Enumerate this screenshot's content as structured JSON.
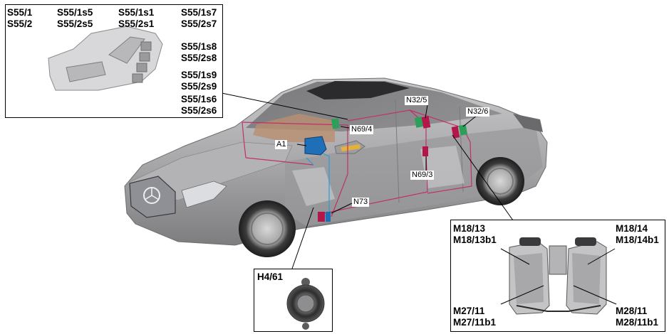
{
  "seat_switch_box": {
    "labels": {
      "s55_1": "S55/1",
      "s55_2": "S55/2",
      "s55_1s5": "S55/1s5",
      "s55_2s5": "S55/2s5",
      "s55_1s1": "S55/1s1",
      "s55_2s1": "S55/2s1",
      "s55_1s7": "S55/1s7",
      "s55_2s7": "S55/2s7",
      "s55_1s8": "S55/1s8",
      "s55_2s8": "S55/2s8",
      "s55_1s9": "S55/1s9",
      "s55_2s9": "S55/2s9",
      "s55_1s6": "S55/1s6",
      "s55_2s6": "S55/2s6"
    }
  },
  "car_callouts": {
    "n32_5": "N32/5",
    "n32_6": "N32/6",
    "n69_4": "N69/4",
    "a1": "A1",
    "n69_3": "N69/3",
    "n73": "N73"
  },
  "speaker_box": {
    "label": "H4/61"
  },
  "rear_seat_box": {
    "labels": {
      "m18_13": "M18/13",
      "m18_13b1": "M18/13b1",
      "m18_14": "M18/14",
      "m18_14b1": "M18/14b1",
      "m27_11": "M27/11",
      "m27_11b1": "M27/11b1",
      "m28_11": "M28/11",
      "m28_11b1": "M28/11b1"
    }
  },
  "colors": {
    "wiring": "#c0306b",
    "wiring_blue": "#2a9bd6",
    "module_green": "#2e9e5b",
    "module_red": "#b3174a",
    "display_blue": "#1f6fb8",
    "car_body": "#a9a9ab"
  }
}
